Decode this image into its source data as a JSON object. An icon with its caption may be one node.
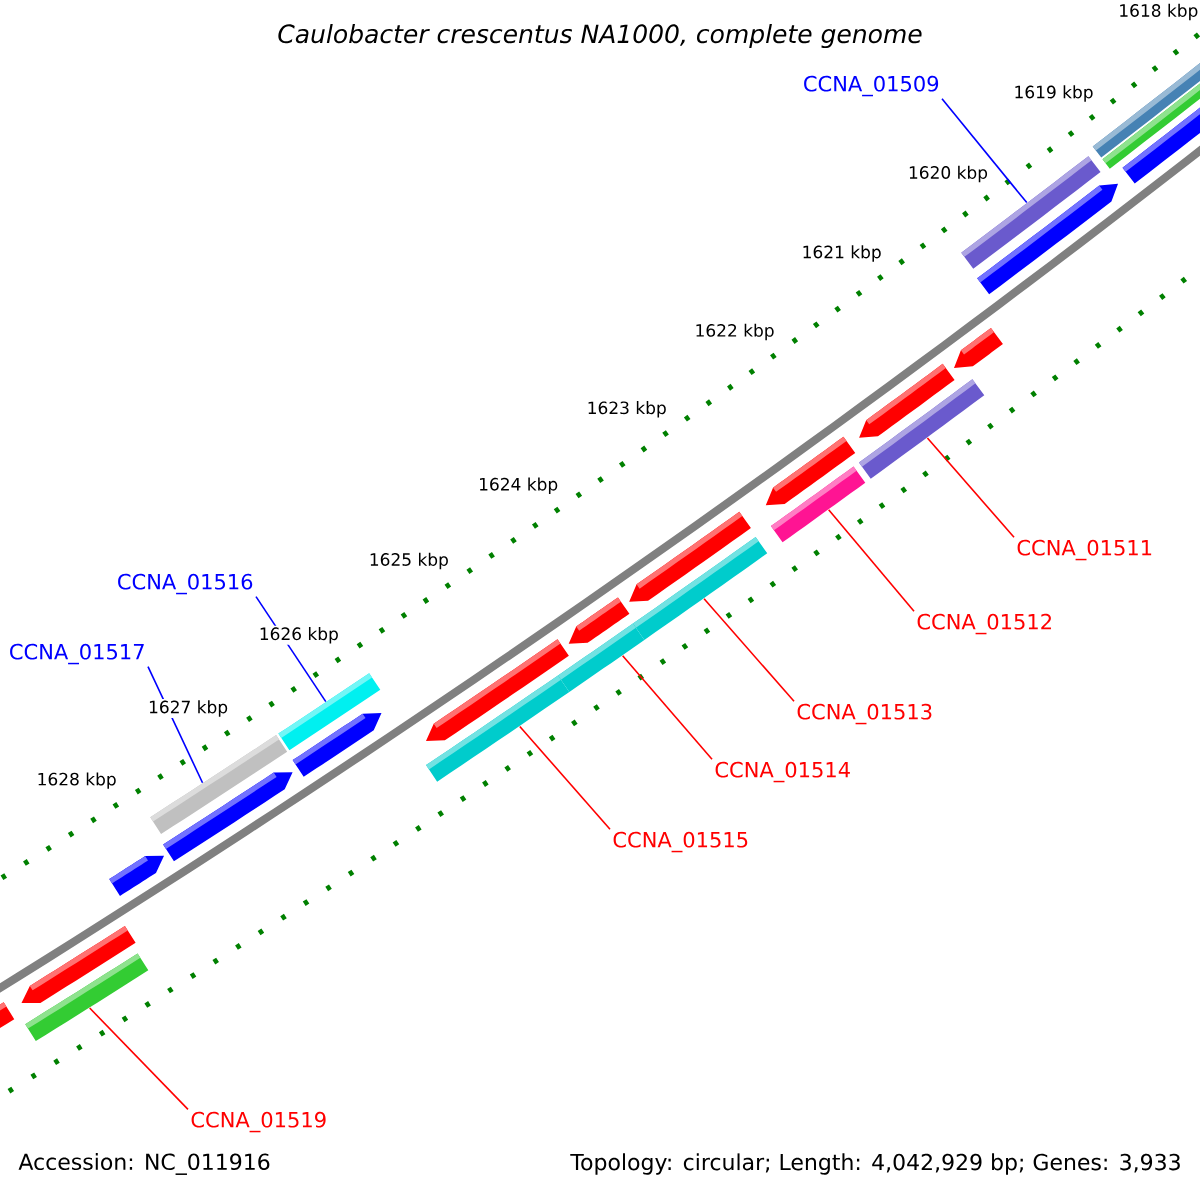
{
  "diagram": {
    "title": "Caulobacter crescentus NA1000, complete genome",
    "nodes": [
      {
        "text": [
          "CCNA_01509"
        ]
      },
      {
        "text": [],
        "shape": "bar"
      },
      {
        "text": [
          "CCNA_01516"
        ]
      },
      {
        "text": [],
        "shape": "bar"
      },
      {
        "text": [
          "CCNA_01517"
        ]
      },
      {
        "text": [],
        "shape": "bar"
      },
      {
        "text": [
          "CCNA_01511"
        ]
      },
      {
        "text": [],
        "shape": "bar"
      },
      {
        "text": [
          "CCNA_01512"
        ]
      },
      {
        "text": [],
        "shape": "bar"
      },
      {
        "text": [
          "CCNA_01513"
        ]
      },
      {
        "text": [],
        "shape": "bar"
      },
      {
        "text": [
          "CCNA_01514"
        ]
      },
      {
        "text": [],
        "shape": "bar"
      },
      {
        "text": [
          "CCNA_01515"
        ]
      },
      {
        "text": [],
        "shape": "bar"
      },
      {
        "text": [
          "CCNA_01519"
        ]
      },
      {
        "text": [],
        "shape": "bar"
      }
    ],
    "edges": [
      {
        "from": 0,
        "to": 1,
        "arrow": "none",
        "color": "#0000ff"
      },
      {
        "from": 2,
        "to": 3,
        "arrow": "none",
        "color": "#0000ff"
      },
      {
        "from": 4,
        "to": 5,
        "arrow": "none",
        "color": "#0000ff"
      },
      {
        "from": 6,
        "to": 7,
        "arrow": "none"
      },
      {
        "from": 8,
        "to": 9,
        "arrow": "none"
      },
      {
        "from": 10,
        "to": 11,
        "arrow": "none"
      },
      {
        "from": 12,
        "to": 13,
        "arrow": "none"
      },
      {
        "from": 14,
        "to": 15,
        "arrow": "none"
      },
      {
        "from": 16,
        "to": 17,
        "arrow": "none"
      }
    ],
    "labels": [
      "1618 kbp",
      "1619 kbp",
      "1620 kbp",
      "1621 kbp",
      "1622 kbp",
      "1623 kbp",
      "1624 kbp",
      "1625 kbp",
      "1626 kbp",
      "1627 kbp",
      "1628 kbp",
      "Accession: NC_011916",
      "Topology: circular; Length: 4,042,929 bp; Genes: 3,933"
    ]
  }
}
